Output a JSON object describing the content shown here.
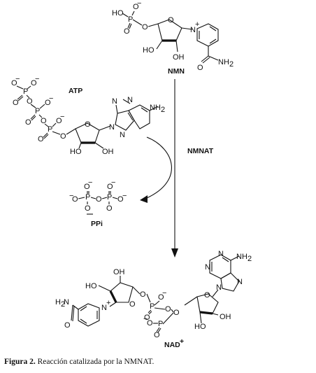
{
  "molecules": {
    "nmn": {
      "name": "NMN"
    },
    "atp": {
      "name": "ATP"
    },
    "ppi": {
      "name": "PPi"
    },
    "nad": {
      "name": "NAD",
      "charge": "+"
    }
  },
  "enzyme": {
    "label": "NMNAT"
  },
  "atoms": {
    "HO": "HO",
    "OH": "OH",
    "O": "O",
    "P": "P",
    "N": "N",
    "H2N": "H2N",
    "NH2": "NH2",
    "O_minus": "O-",
    "N_plus": "N+",
    "H": "H",
    "minus": "−"
  },
  "caption": {
    "figure_label": "Figura 2.",
    "text": "Reacción catalizada por la NMNAT."
  }
}
